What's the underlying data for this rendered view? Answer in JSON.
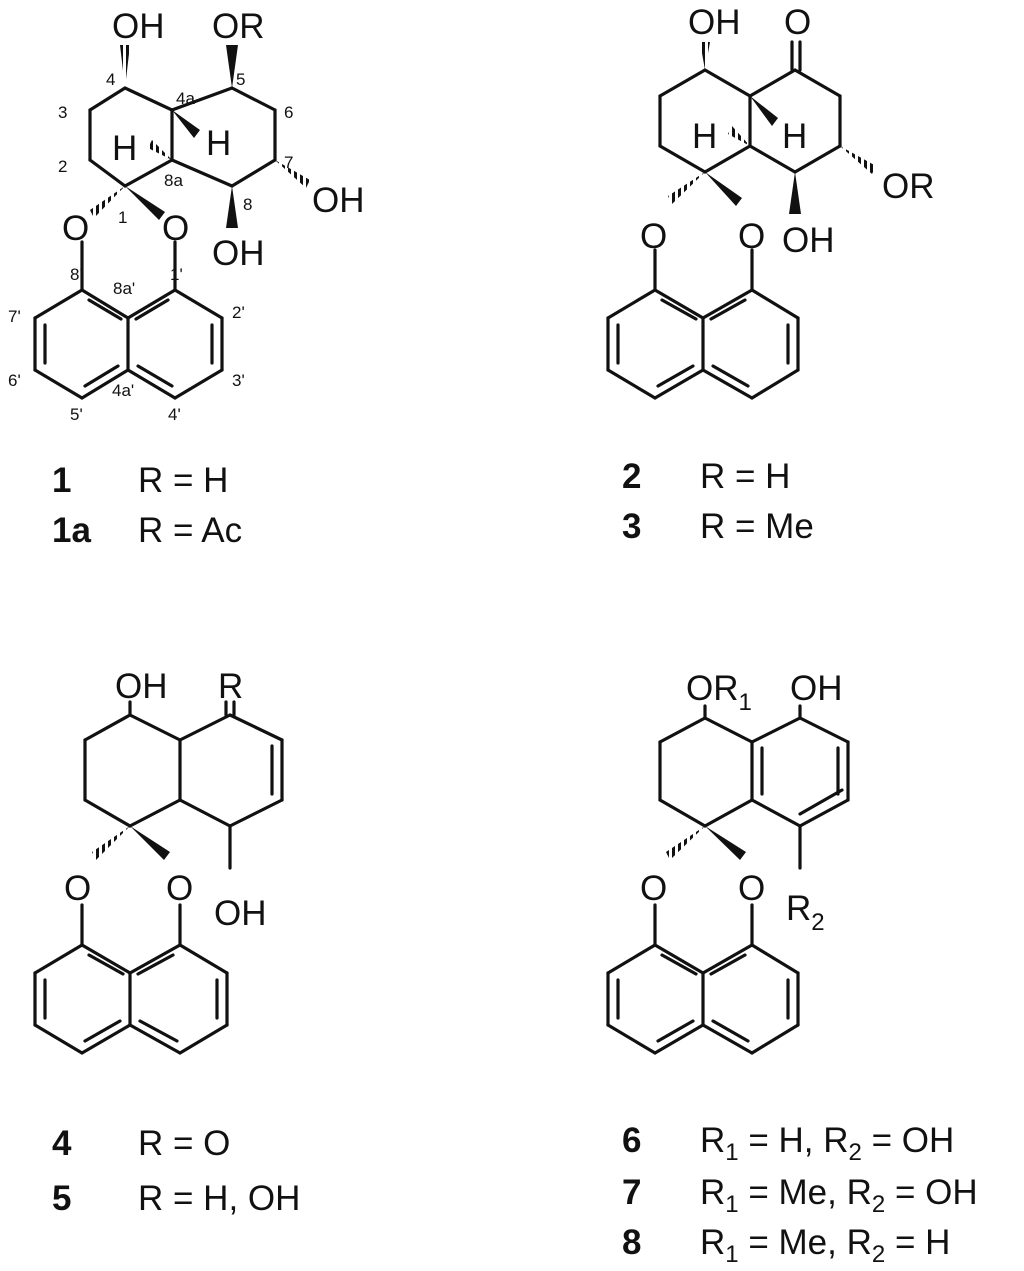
{
  "structures": [
    {
      "id": "s1",
      "atom_labels": [
        "OH",
        "OR",
        "H",
        "H",
        "OH",
        "OH",
        "O",
        "O"
      ],
      "locants": [
        "4",
        "5",
        "3",
        "4a",
        "6",
        "2",
        "7",
        "8a",
        "1",
        "8",
        "8'",
        "8a'",
        "1'",
        "7'",
        "2'",
        "6'",
        "3'",
        "5'",
        "4a'",
        "4'"
      ]
    },
    {
      "id": "s2",
      "atom_labels": [
        "OH",
        "O",
        "H",
        "H",
        "OR",
        "OH",
        "O",
        "O"
      ]
    },
    {
      "id": "s3",
      "atom_labels": [
        "OH",
        "R",
        "O",
        "O",
        "OH"
      ]
    },
    {
      "id": "s4",
      "atom_labels": [
        "O",
        "R",
        "1",
        "OH",
        "O",
        "O",
        "R",
        "2"
      ]
    }
  ],
  "captions": [
    {
      "id": "1",
      "text": "R = H"
    },
    {
      "id": "1a",
      "text": "R = Ac"
    },
    {
      "id": "2",
      "text": "R = H"
    },
    {
      "id": "3",
      "text": "R = Me"
    },
    {
      "id": "4",
      "text": "R = O"
    },
    {
      "id": "5",
      "text": "R = H, OH"
    },
    {
      "id": "6",
      "parts": [
        "R",
        "1",
        " = H, R",
        "2",
        " = OH"
      ]
    },
    {
      "id": "7",
      "parts": [
        "R",
        "1",
        " = Me, R",
        "2",
        " = OH"
      ]
    },
    {
      "id": "8",
      "parts": [
        "R",
        "1",
        " = Me, R",
        "2",
        " = H"
      ]
    }
  ],
  "colors": {
    "ink": "#111111",
    "background": "#ffffff"
  }
}
